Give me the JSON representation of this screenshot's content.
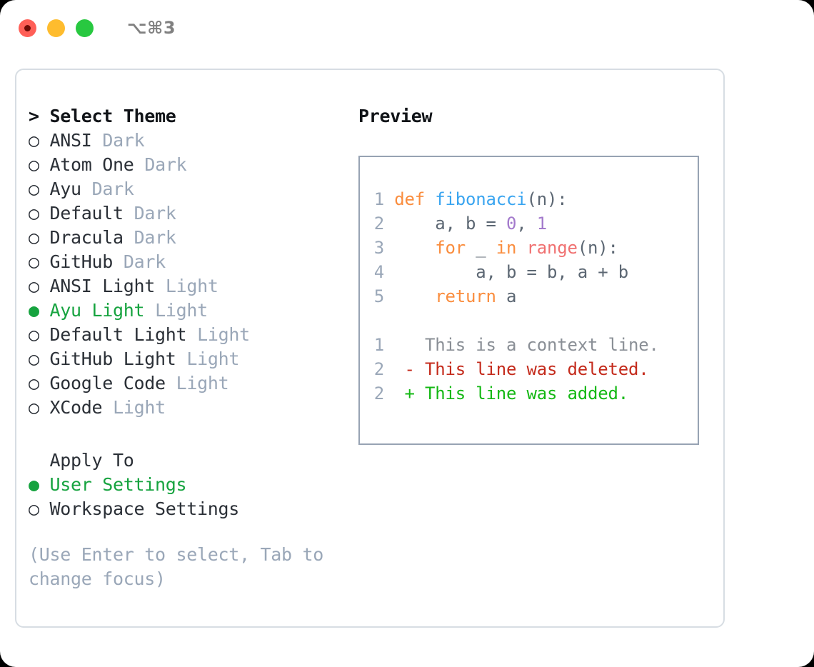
{
  "window": {
    "title": "⌥⌘3",
    "traffic_lights": [
      {
        "name": "close",
        "color": "#ff5f57"
      },
      {
        "name": "minimize",
        "color": "#febc2e"
      },
      {
        "name": "zoom",
        "color": "#28c840"
      }
    ]
  },
  "theme_list": {
    "heading": "> Select Theme",
    "selected_marker": "●",
    "unselected_marker": "○",
    "accent_color": "#16a33f",
    "tag_color": "#9aa7b8",
    "items": [
      {
        "marker": "○",
        "label": "ANSI",
        "tag": "Dark",
        "selected": false
      },
      {
        "marker": "○",
        "label": "Atom One",
        "tag": "Dark",
        "selected": false
      },
      {
        "marker": "○",
        "label": "Ayu",
        "tag": "Dark",
        "selected": false
      },
      {
        "marker": "○",
        "label": "Default",
        "tag": "Dark",
        "selected": false
      },
      {
        "marker": "○",
        "label": "Dracula",
        "tag": "Dark",
        "selected": false
      },
      {
        "marker": "○",
        "label": "GitHub",
        "tag": "Dark",
        "selected": false
      },
      {
        "marker": "○",
        "label": "ANSI Light",
        "tag": "Light",
        "selected": false
      },
      {
        "marker": "●",
        "label": "Ayu Light",
        "tag": "Light",
        "selected": true
      },
      {
        "marker": "○",
        "label": "Default Light",
        "tag": "Light",
        "selected": false
      },
      {
        "marker": "○",
        "label": "GitHub Light",
        "tag": "Light",
        "selected": false
      },
      {
        "marker": "○",
        "label": "Google Code",
        "tag": "Light",
        "selected": false
      },
      {
        "marker": "○",
        "label": "XCode",
        "tag": "Light",
        "selected": false
      }
    ]
  },
  "apply_to": {
    "heading": "  Apply To",
    "items": [
      {
        "marker": "●",
        "label": "User Settings",
        "selected": true
      },
      {
        "marker": "○",
        "label": "Workspace Settings",
        "selected": false
      }
    ]
  },
  "hint": "(Use Enter to select, Tab to change focus)",
  "preview": {
    "heading": "Preview",
    "code_lines": [
      {
        "number": "1",
        "tokens": [
          {
            "text": "def ",
            "kind": "kw"
          },
          {
            "text": "fibonacci",
            "kind": "fn"
          },
          {
            "text": "(n):",
            "kind": "punct"
          }
        ]
      },
      {
        "number": "2",
        "tokens": [
          {
            "text": "    a, b = ",
            "kind": "plain"
          },
          {
            "text": "0",
            "kind": "num"
          },
          {
            "text": ", ",
            "kind": "plain"
          },
          {
            "text": "1",
            "kind": "num"
          }
        ]
      },
      {
        "number": "3",
        "tokens": [
          {
            "text": "    ",
            "kind": "plain"
          },
          {
            "text": "for",
            "kind": "kw"
          },
          {
            "text": " _ ",
            "kind": "plain"
          },
          {
            "text": "in",
            "kind": "kw"
          },
          {
            "text": " ",
            "kind": "plain"
          },
          {
            "text": "range",
            "kind": "bif"
          },
          {
            "text": "(n):",
            "kind": "punct"
          }
        ]
      },
      {
        "number": "4",
        "tokens": [
          {
            "text": "        a, b = b, a + b",
            "kind": "plain"
          }
        ]
      },
      {
        "number": "5",
        "tokens": [
          {
            "text": "    ",
            "kind": "plain"
          },
          {
            "text": "return",
            "kind": "kw"
          },
          {
            "text": " a",
            "kind": "plain"
          }
        ]
      }
    ],
    "diff_lines": [
      {
        "number": "1",
        "sign": " ",
        "text": "This is a context line.",
        "kind": "context"
      },
      {
        "number": "2",
        "sign": "-",
        "text": "This line was deleted.",
        "kind": "deleted"
      },
      {
        "number": "2",
        "sign": "+",
        "text": "This line was added.",
        "kind": "added"
      }
    ],
    "syntax_colors": {
      "keyword": "#fa8d3e",
      "function": "#3aa5f0",
      "number": "#a37acc",
      "builtin": "#f07171",
      "plain": "#5c6773",
      "line_number": "#9aa7b8",
      "diff_context": "#8a8f96",
      "diff_deleted": "#c42b1c",
      "diff_added": "#14b814"
    }
  }
}
